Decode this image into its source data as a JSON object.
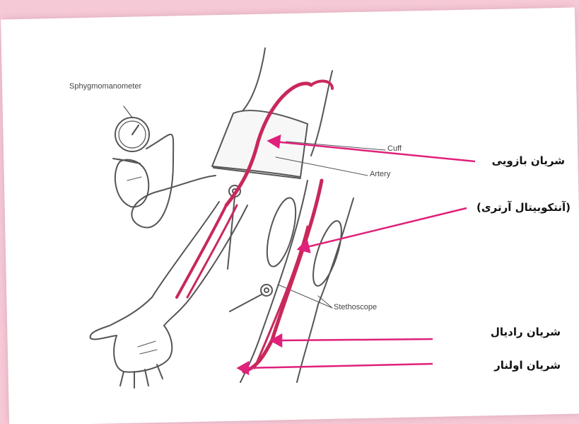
{
  "labels_en": {
    "sphygmomanometer": "Sphygmomanometer",
    "cuff": "Cuff",
    "artery": "Artery",
    "stethoscope": "Stethoscope"
  },
  "labels_fa": {
    "brachial_artery": "شریان بازویی",
    "antecubital": "(آنتکوبیتال آرتری)",
    "radial_artery": "شریان رادیال",
    "ulnar_artery": "شریان اولنار"
  },
  "colors": {
    "background": "#f6c9d6",
    "artery": "#c8285a",
    "arrow": "#e0207a",
    "line": "#555555"
  }
}
